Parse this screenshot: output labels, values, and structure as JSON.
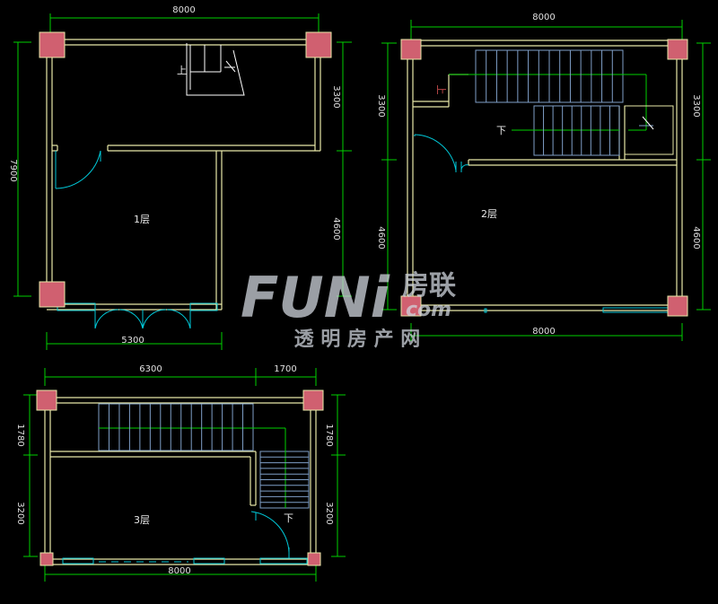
{
  "colors": {
    "background": "#000000",
    "wall": "#e8e8a8",
    "dimension": "#00d000",
    "dimension_text": "#e0e0e0",
    "stair": "#7f9fc8",
    "door": "#00c8d8",
    "column": "#d06070",
    "room_label": "#e8e8e8",
    "watermark": "#cfd4dc"
  },
  "plan1": {
    "dim_top": "8000",
    "dim_left": "7900",
    "dim_right_upper": "3300",
    "dim_right_lower": "4600",
    "dim_bottom": "5300",
    "room_label": "1层",
    "stair_label": "上"
  },
  "plan2": {
    "dim_top": "8000",
    "dim_left_upper": "3300",
    "dim_left_lower": "4600",
    "dim_right_upper": "3300",
    "dim_right_lower": "4600",
    "dim_bottom": "8000",
    "room_label": "2层",
    "stair_label_down": "下",
    "stair_label_up": "上"
  },
  "plan3": {
    "dim_top_left": "6300",
    "dim_top_right": "1700",
    "dim_left_upper": "1780",
    "dim_left_lower": "3200",
    "dim_right_upper": "1780",
    "dim_right_lower": "3200",
    "dim_bottom": "8000",
    "room_label": "3层",
    "stair_label": "下"
  },
  "watermark": {
    "logo_text": "FUNi",
    "logo_cn": "房联",
    "logo_com": "com",
    "subtitle": "透 明 房 产 网"
  }
}
